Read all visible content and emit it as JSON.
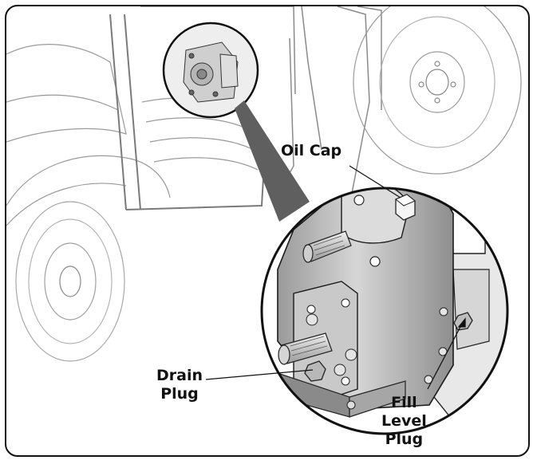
{
  "callouts": {
    "oil_cap": "Oil Cap",
    "drain_plug": "Drain\nPlug",
    "fill_level_plug": "Fill\nLevel\nPlug"
  },
  "colors": {
    "line": "#1a1a1a",
    "light_line": "#bdbdbd",
    "gearbox_mid": "#bcbcbc",
    "gearbox_light": "#e6e6e6",
    "gearbox_dark": "#7d7d7d",
    "zoom_wedge": "#5f5f5f"
  }
}
